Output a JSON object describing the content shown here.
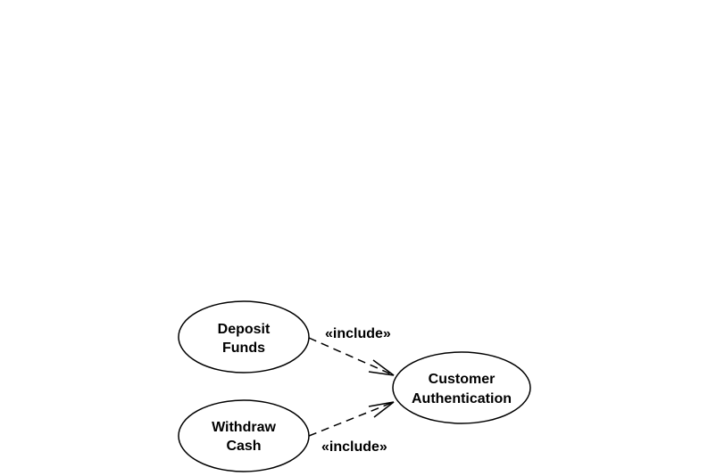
{
  "use_cases": {
    "deposit": {
      "line1": "Deposit",
      "line2": "Funds"
    },
    "withdraw": {
      "line1": "Withdraw",
      "line2": "Cash"
    },
    "auth": {
      "line1": "Customer",
      "line2": "Authentication"
    }
  },
  "relationships": [
    {
      "from": "Deposit Funds",
      "to": "Customer Authentication",
      "stereotype": "«include»"
    },
    {
      "from": "Withdraw Cash",
      "to": "Customer Authentication",
      "stereotype": "«include»"
    }
  ],
  "colors": {
    "stroke": "#000000",
    "fill": "#ffffff",
    "text": "#000000"
  }
}
